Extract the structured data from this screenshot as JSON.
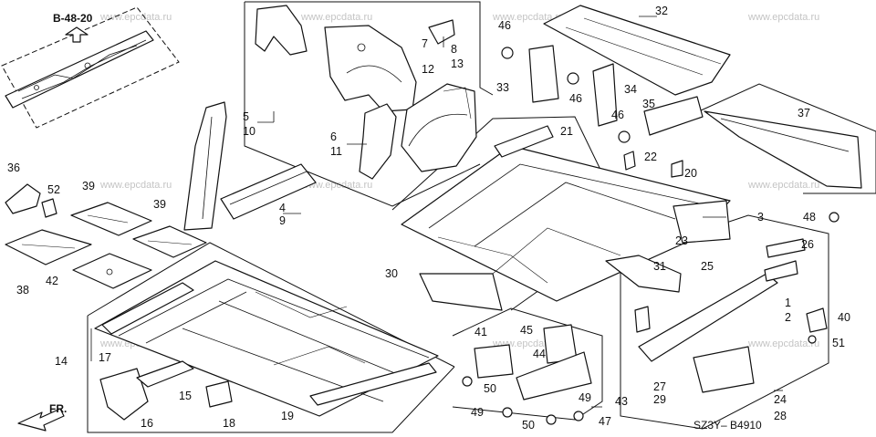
{
  "reference_label": "B-48-20",
  "front_label": "FR.",
  "diagram_code": "SZ3Y– B4910",
  "watermark": "www.epcdata.ru",
  "callouts": [
    "1",
    "2",
    "3",
    "4",
    "5",
    "6",
    "7",
    "8",
    "9",
    "10",
    "11",
    "12",
    "13",
    "14",
    "15",
    "16",
    "17",
    "18",
    "19",
    "20",
    "21",
    "22",
    "23",
    "24",
    "25",
    "26",
    "27",
    "28",
    "29",
    "30",
    "31",
    "32",
    "33",
    "34",
    "35",
    "36",
    "37",
    "38",
    "39",
    "39",
    "40",
    "41",
    "42",
    "43",
    "44",
    "45",
    "46",
    "46",
    "46",
    "47",
    "48",
    "49",
    "49",
    "50",
    "50",
    "51",
    "52"
  ]
}
